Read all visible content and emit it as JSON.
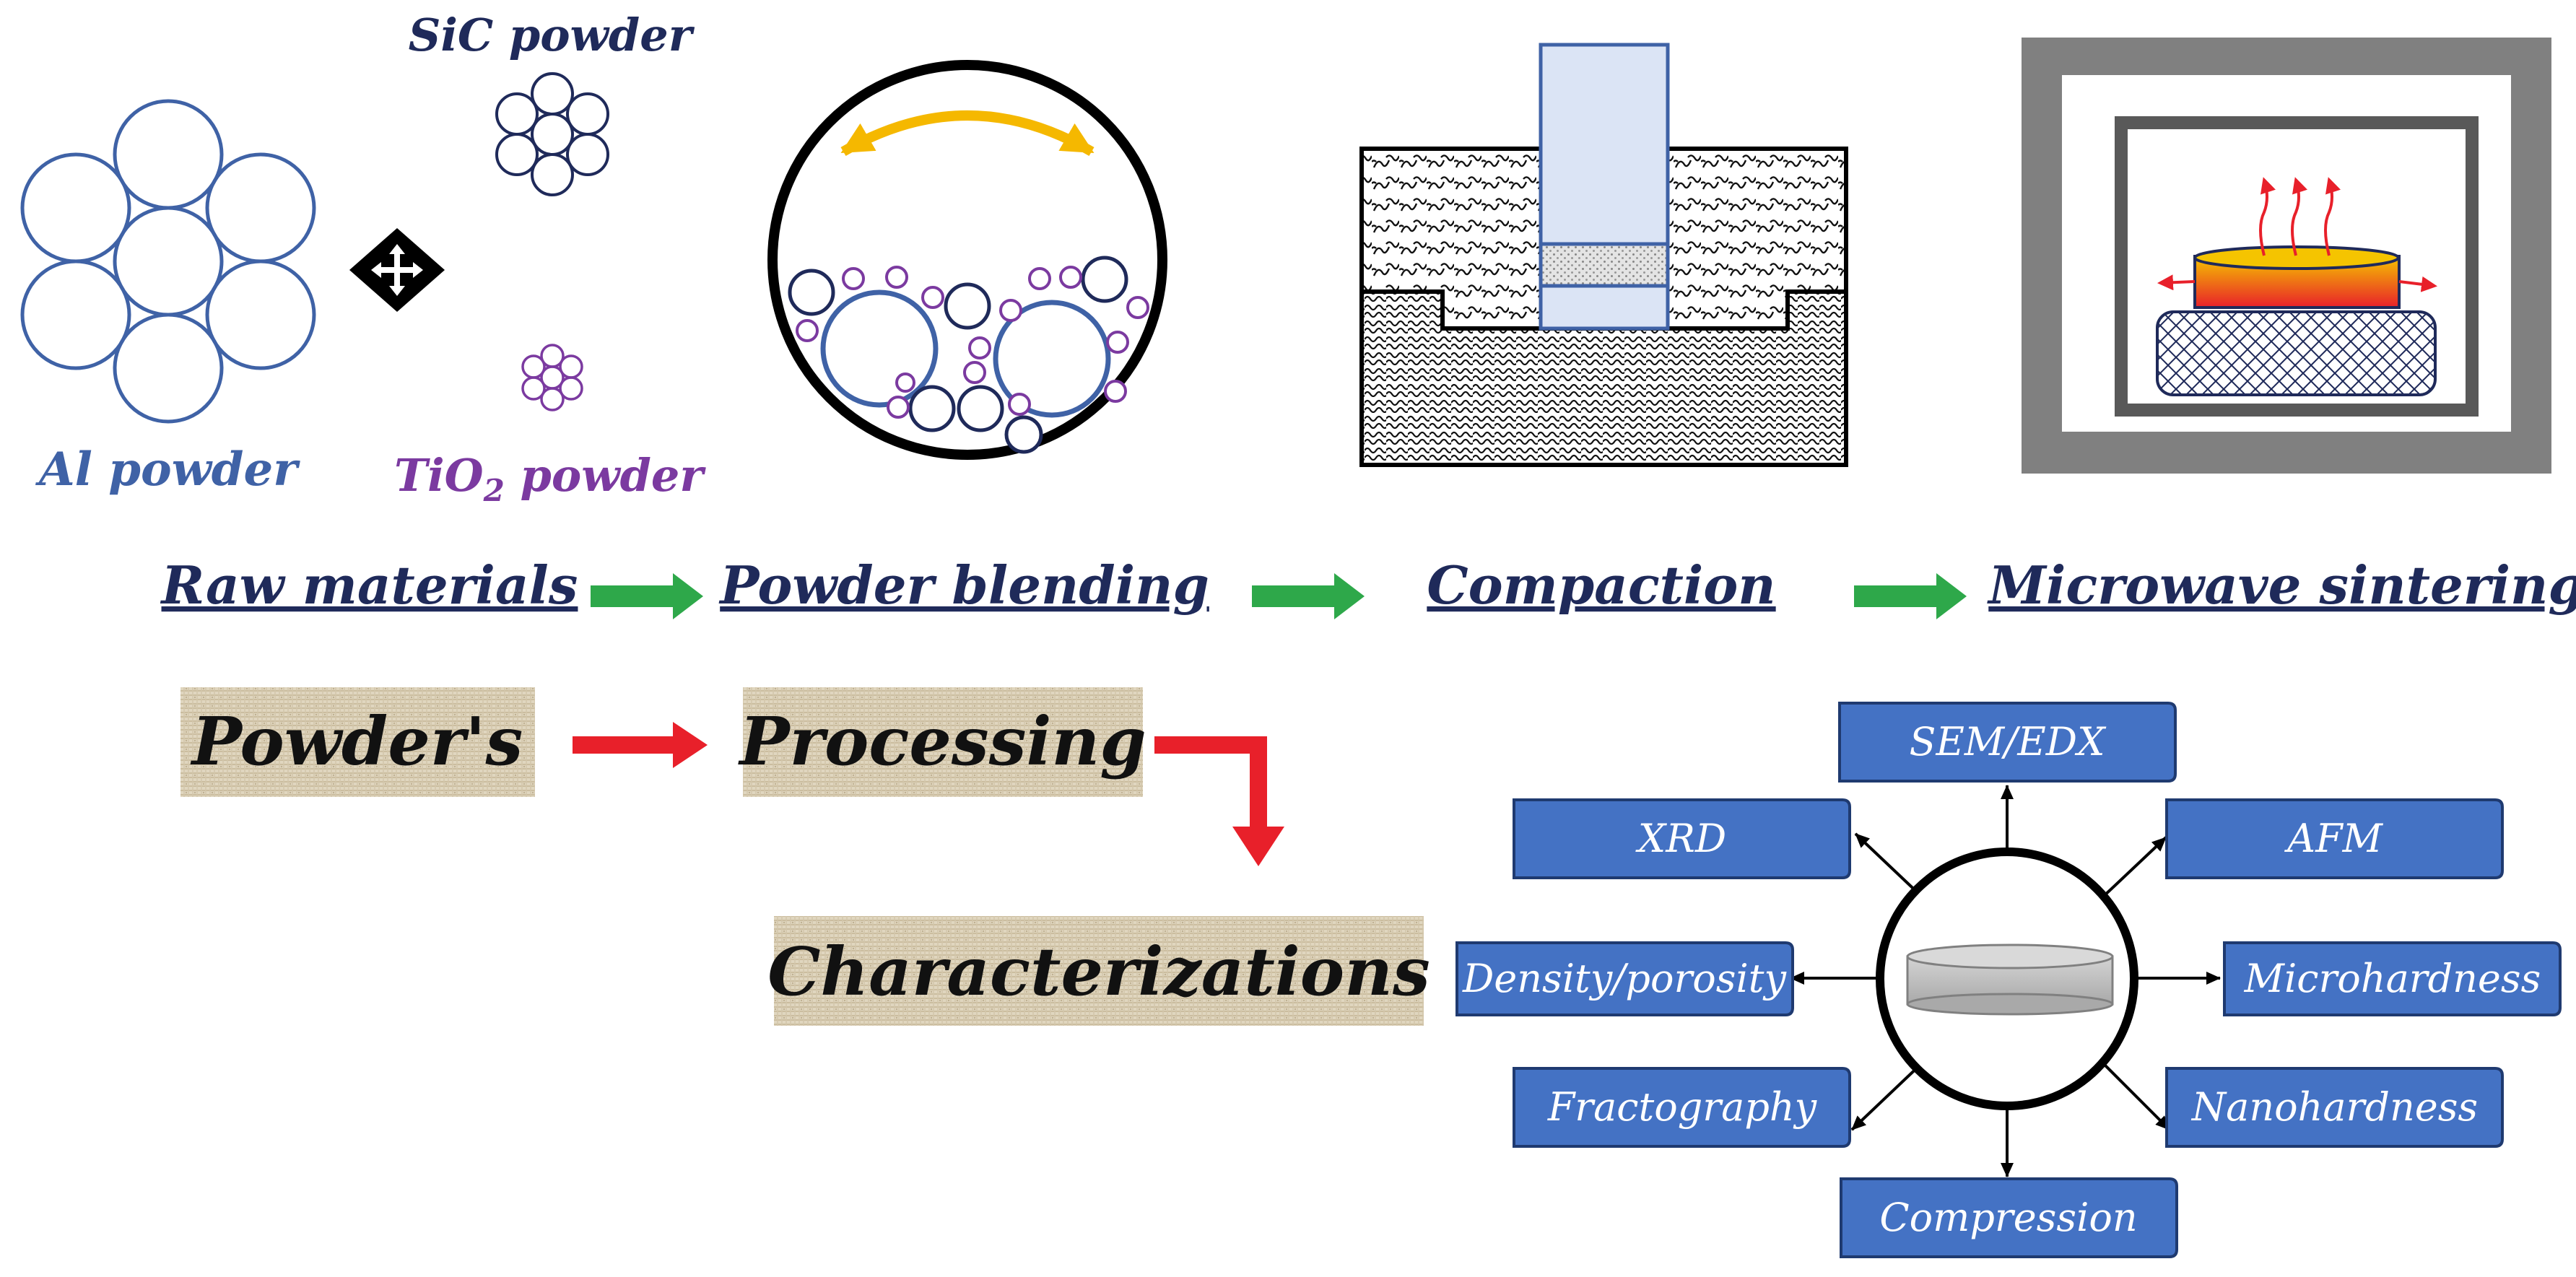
{
  "raw_materials": {
    "al_label": "Al powder",
    "sic_label": "SiC powder",
    "tio2_prefix": "TiO",
    "tio2_sub": "2",
    "tio2_suffix": " powder",
    "color_al": "#3f62a6",
    "color_sic": "#1f2a5a",
    "color_tio2": "#7b3aa0"
  },
  "steps": [
    {
      "label": "Raw materials"
    },
    {
      "label": "Powder blending"
    },
    {
      "label": "Compaction"
    },
    {
      "label": "Microwave sintering"
    }
  ],
  "flow": [
    {
      "label": "Powder's"
    },
    {
      "label": "Processing"
    },
    {
      "label": "Characterizations"
    }
  ],
  "characterization_methods": [
    {
      "label": "SEM/EDX"
    },
    {
      "label": "XRD"
    },
    {
      "label": "AFM"
    },
    {
      "label": "Density/porosity"
    },
    {
      "label": "Microhardness"
    },
    {
      "label": "Fractography"
    },
    {
      "label": "Nanohardness"
    },
    {
      "label": "Compression"
    }
  ],
  "colors": {
    "step_text": "#1f2a5a",
    "green_arrow": "#2ea84a",
    "red_arrow": "#e8202a",
    "method_box": "#4472c4",
    "swing_arrow": "#f5b800",
    "furnace_gray": "#808080",
    "heat_top": "#f5c400",
    "heat_bottom": "#e8202a"
  }
}
